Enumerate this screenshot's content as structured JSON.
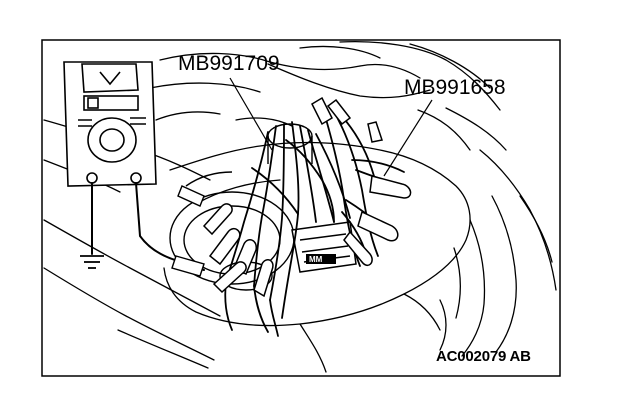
{
  "labels": {
    "tool_a": "MB991709",
    "tool_b": "MB991658",
    "figure_code": "AC002079 AB"
  },
  "icons": {
    "meter": "multimeter-icon",
    "ground": "ground-symbol-icon",
    "connector": "harness-connector-icon",
    "clips": "alligator-clip-icon"
  },
  "colors": {
    "ink": "#000000",
    "paper": "#ffffff"
  }
}
